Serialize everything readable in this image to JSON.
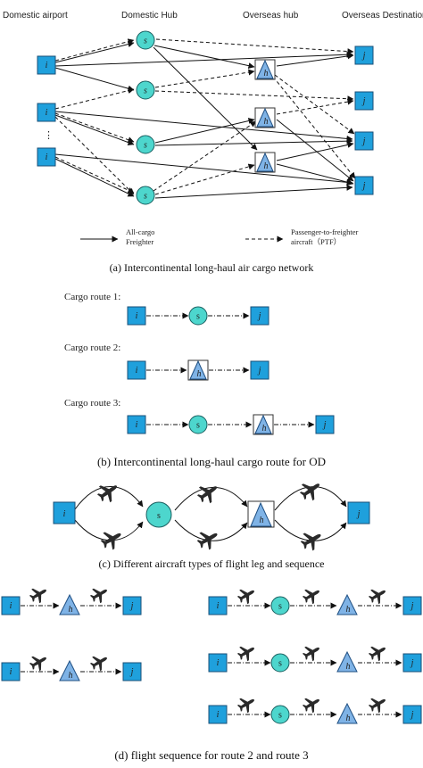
{
  "panel_a": {
    "headers": [
      "Domestic airport",
      "Domestic Hub",
      "Overseas hub",
      "Overseas Destination"
    ],
    "node_labels": {
      "origin": "i",
      "hub": "s",
      "overseas_hub": "h",
      "destination": "j"
    },
    "ellipsis": "⋮",
    "legend": {
      "solid_line1": "All-cargo",
      "solid_line2": "Freighter",
      "dashed_line1": "Passenger-to-freighter",
      "dashed_line2": "aircraft（PTF）"
    },
    "caption": "(a) Intercontinental long-haul air cargo network"
  },
  "panel_b": {
    "routes": [
      "Cargo route 1:",
      "Cargo route 2:",
      "Cargo route 3:"
    ],
    "caption": "(b) Intercontinental long-haul cargo route for OD"
  },
  "panel_c": {
    "caption": "(c) Different aircraft types of flight leg and sequence"
  },
  "panel_d": {
    "caption": "(d) flight sequence for route 2 and route 3"
  }
}
